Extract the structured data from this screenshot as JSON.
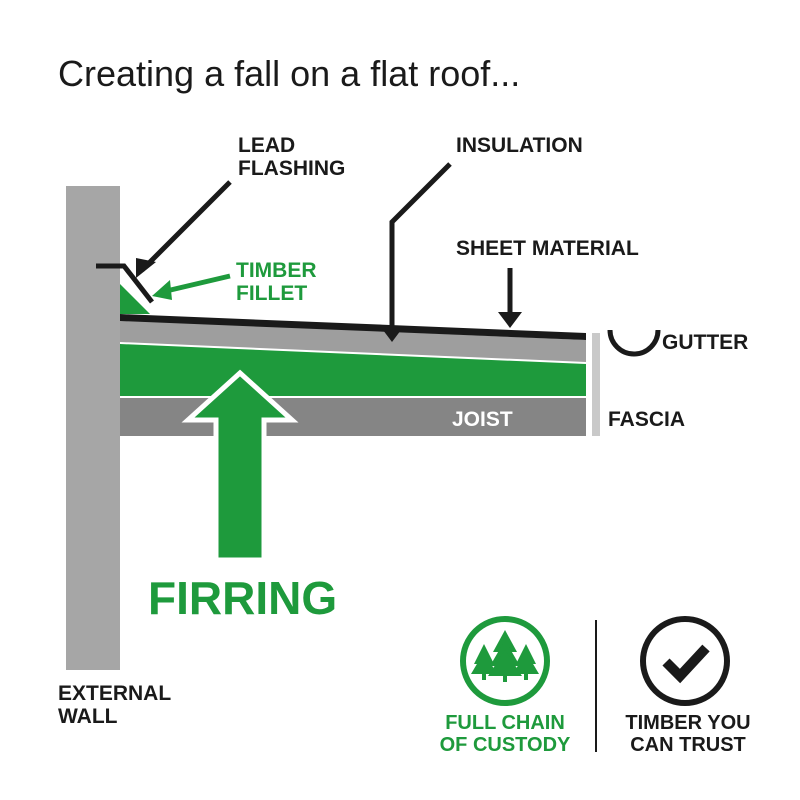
{
  "title": "Creating a fall on a flat roof...",
  "labels": {
    "lead_flashing": [
      "LEAD",
      "FLASHING"
    ],
    "insulation": "INSULATION",
    "sheet_material": "SHEET MATERIAL",
    "timber_fillet": [
      "TIMBER",
      "FILLET"
    ],
    "gutter": "GUTTER",
    "joist": "JOIST",
    "fascia": "FASCIA",
    "firring": "FIRRING",
    "external_wall": [
      "EXTERNAL",
      "WALL"
    ]
  },
  "badges": {
    "chain": [
      "FULL CHAIN",
      "OF CUSTODY"
    ],
    "trust": [
      "TIMBER YOU",
      "CAN TRUST"
    ]
  },
  "colors": {
    "green": "#1e9a3c",
    "dark": "#1a1a1a",
    "wall_grey": "#a6a6a6",
    "joist_grey": "#858585",
    "insulation_grey": "#9e9e9e",
    "fascia_grey": "#c9c9c9",
    "white": "#ffffff"
  },
  "icons": {
    "chain_badge": "tree-circle-icon",
    "trust_badge": "checkmark-circle-icon"
  }
}
